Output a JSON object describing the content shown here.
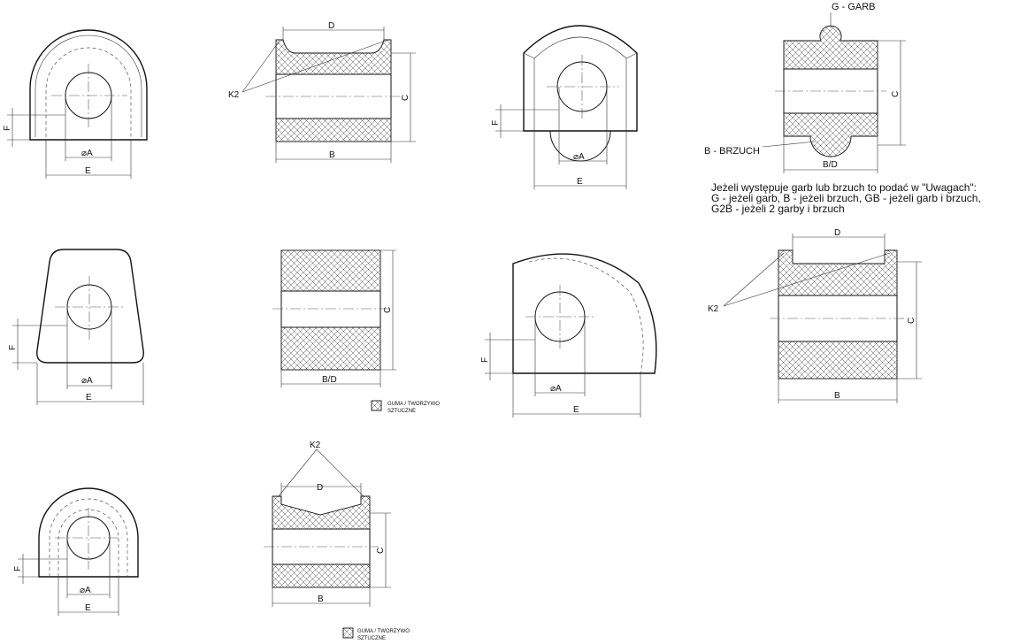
{
  "labels": {
    "dA": "⌀A",
    "b": "B",
    "bd": "B/D",
    "c": "C",
    "d": "D",
    "e": "E",
    "f": "F",
    "k2": "K2",
    "garb": "G - GARB",
    "brzuch": "B - BRZUCH"
  },
  "note": {
    "line1": "Jeżeli występuje garb lub brzuch to podać w \"Uwagach\":",
    "line2": "G - jeżeli garb, B - jeżeli brzuch, GB - jeżeli garb i brzuch,",
    "line3": "G2B - jeżeli 2 garby i brzuch"
  },
  "legend": {
    "line1": "GUMA / TWORZYWO",
    "line2": "SZTUCZNE"
  },
  "colors": {
    "ink": "#111111",
    "background": "#ffffff"
  }
}
